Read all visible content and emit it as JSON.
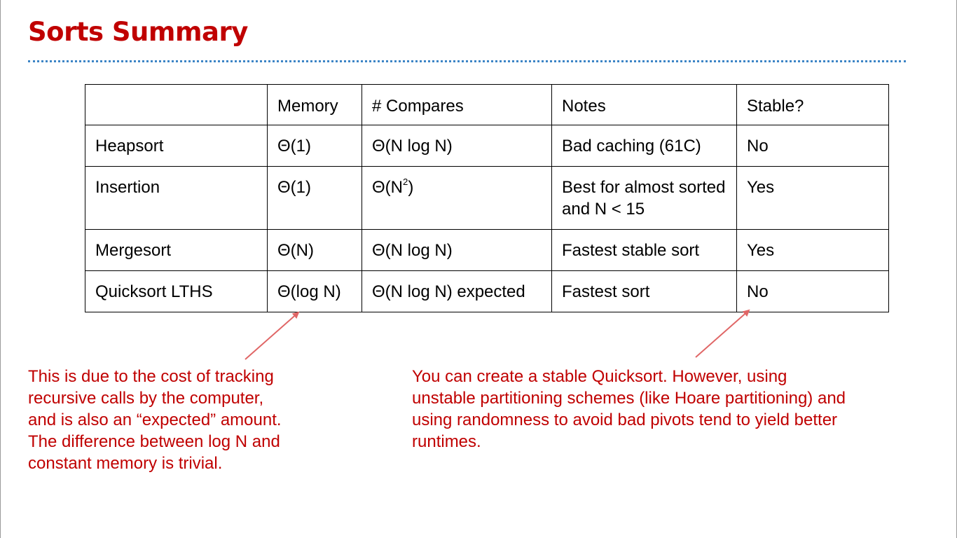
{
  "title": "Sorts Summary",
  "table": {
    "headers": [
      "",
      "Memory",
      "# Compares",
      "Notes",
      "Stable?"
    ],
    "rows": [
      {
        "name": "Heapsort",
        "memory": "Θ(1)",
        "compares": "Θ(N log N)",
        "compares_sup": "",
        "compares_close": "",
        "notes": "Bad caching (61C)",
        "stable": "No"
      },
      {
        "name": "Insertion",
        "memory": "Θ(1)",
        "compares": "Θ(N",
        "compares_sup": "2",
        "compares_close": ")",
        "notes": "Best for almost sorted and N < 15",
        "stable": "Yes"
      },
      {
        "name": "Mergesort",
        "memory": "Θ(N)",
        "compares": "Θ(N log N)",
        "compares_sup": "",
        "compares_close": "",
        "notes": "Fastest stable sort",
        "stable": "Yes"
      },
      {
        "name": "Quicksort LTHS",
        "memory": "Θ(log N)",
        "compares": "Θ(N log N) expected",
        "compares_sup": "",
        "compares_close": "",
        "notes": "Fastest sort",
        "stable": "No"
      }
    ]
  },
  "notes": {
    "left": "This is due to the cost of tracking recursive calls by the computer, and is also an “expected” amount. The difference between log N and constant memory is trivial.",
    "right": "You can create a stable Quicksort. However, using unstable partitioning schemes (like Hoare partitioning) and using randomness to avoid bad pivots tend to yield better runtimes."
  },
  "colors": {
    "accent": "#c00000",
    "rule": "#3d85c6",
    "arrow": "#e06666"
  }
}
